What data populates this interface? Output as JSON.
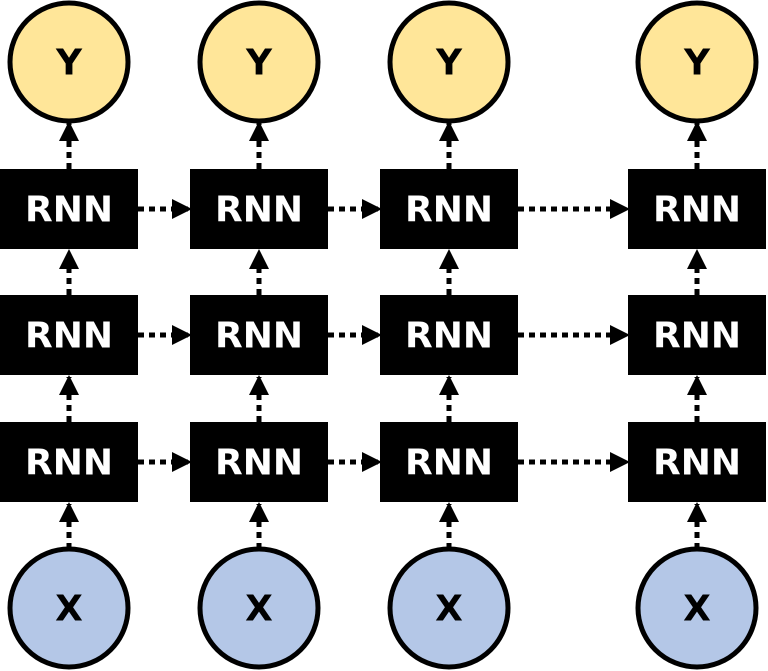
{
  "diagram": {
    "cell_label": "RNN",
    "input_label": "X",
    "output_label": "Y",
    "colors": {
      "cell_fill": "#000000",
      "cell_text": "#ffffff",
      "input_fill": "#b4c7e7",
      "output_fill": "#ffe699",
      "stroke": "#000000",
      "background": "#ffffff"
    }
  }
}
